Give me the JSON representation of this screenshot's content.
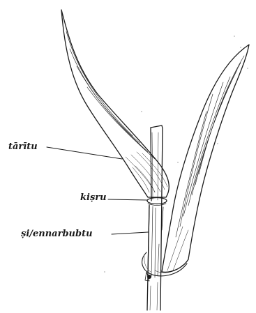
{
  "labels": {
    "taritu": "tārītu",
    "kisru": "kiṣru",
    "si_ennarbubtu": "ṣi/ennarbubtu"
  },
  "colors": {
    "ink": "#1a1a1a",
    "background": "#ffffff"
  }
}
